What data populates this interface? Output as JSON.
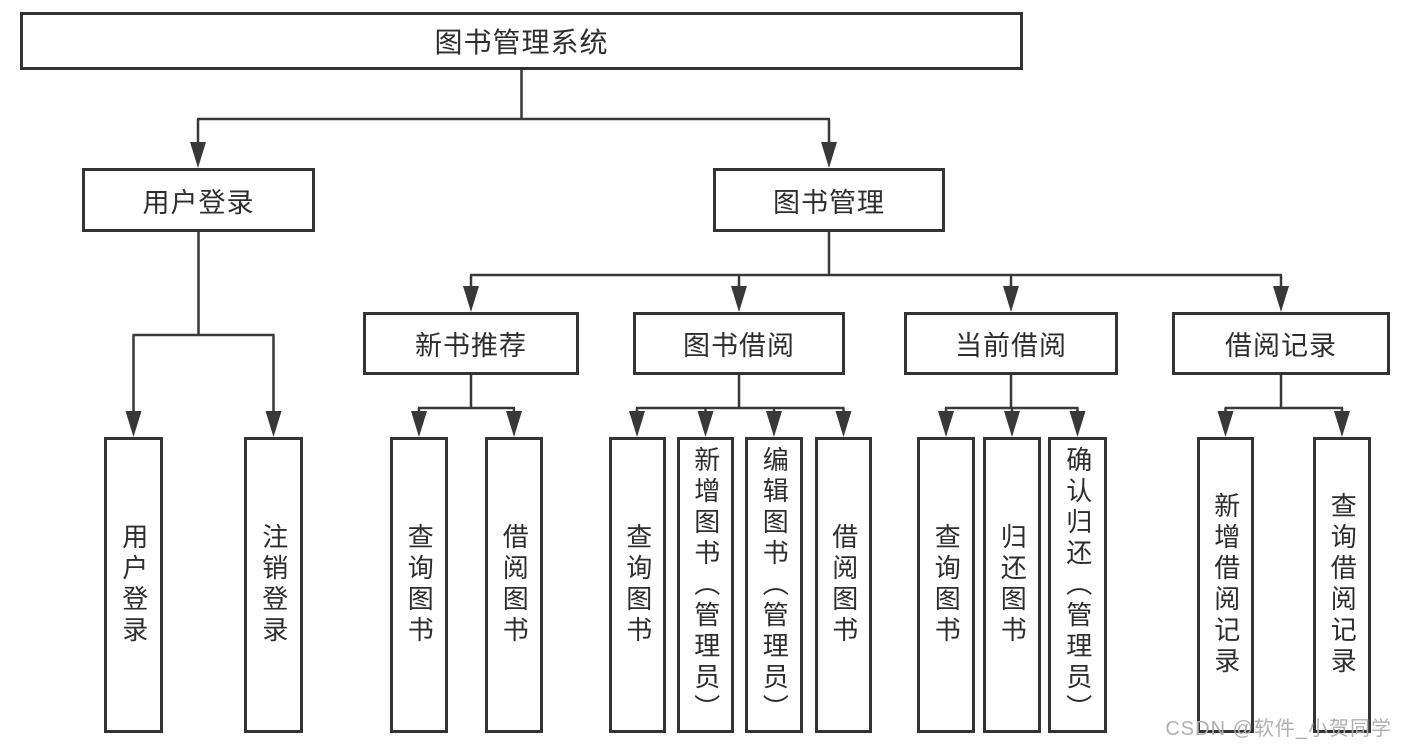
{
  "diagram": {
    "root": {
      "label": "图书管理系统",
      "children": [
        {
          "label": "用户登录",
          "children": [
            {
              "label": "用户登录"
            },
            {
              "label": "注销登录"
            }
          ]
        },
        {
          "label": "图书管理",
          "children": [
            {
              "label": "新书推荐",
              "children": [
                {
                  "label": "查询图书"
                },
                {
                  "label": "借阅图书"
                }
              ]
            },
            {
              "label": "图书借阅",
              "children": [
                {
                  "label": "查询图书"
                },
                {
                  "label": "新增图书（管理员）"
                },
                {
                  "label": "编辑图书（管理员）"
                },
                {
                  "label": "借阅图书"
                }
              ]
            },
            {
              "label": "当前借阅",
              "children": [
                {
                  "label": "查询图书"
                },
                {
                  "label": "归还图书"
                },
                {
                  "label": "确认归还（管理员）"
                }
              ]
            },
            {
              "label": "借阅记录",
              "children": [
                {
                  "label": "新增借阅记录"
                },
                {
                  "label": "查询借阅记录"
                }
              ]
            }
          ]
        }
      ]
    },
    "colors": {
      "line": "#383838",
      "box_border": "#333333",
      "text": "#2d2d2d",
      "watermark": "#b0b0b0",
      "background": "#ffffff"
    }
  },
  "watermark": {
    "text": "CSDN @软件_小贺同学"
  }
}
